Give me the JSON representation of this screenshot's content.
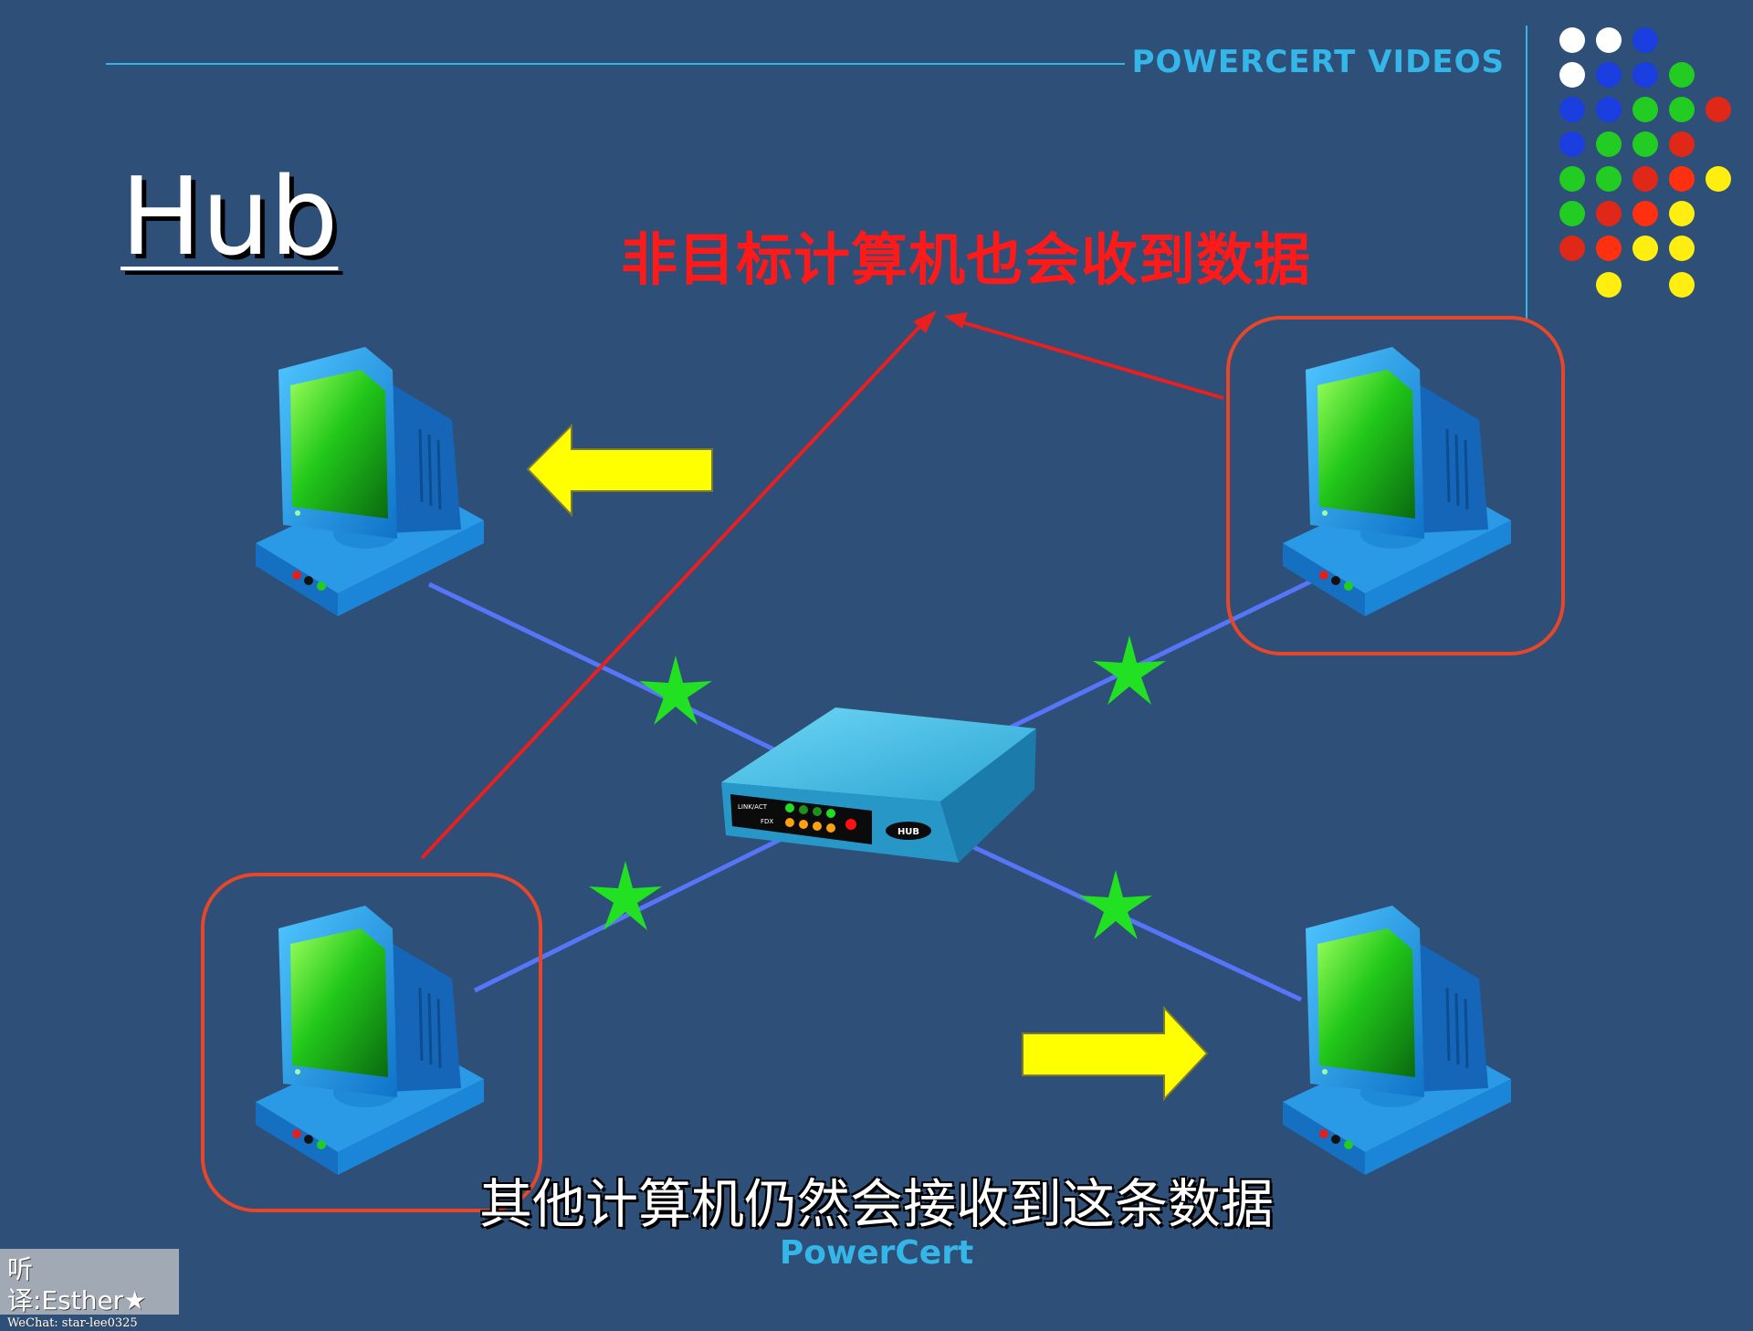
{
  "header": {
    "brand": "POWERCERT VIDEOS"
  },
  "slide": {
    "title": "Hub",
    "callout": "非目标计算机也会收到数据",
    "hub_label": "HUB",
    "hub_panel_label_1": "LINK/ACT",
    "hub_panel_label_2": "FDX"
  },
  "subtitle": "其他计算机仍然会接收到这条数据",
  "footer": {
    "brand": "PowerCert"
  },
  "watermark": {
    "line1": "听译:Esther★",
    "line2": "WeChat: star-lee0325"
  },
  "colors": {
    "background": "#2d4f78",
    "brand": "#34b6e8",
    "callout": "#ff1a1a",
    "highlight_box": "#e8462a",
    "arrow_yellow": "#ffff00",
    "star_green": "#22e022",
    "cable_blue": "#5a78ff"
  },
  "icons": {
    "computer": "computer-icon",
    "hub": "network-hub-icon",
    "arrow": "arrow-icon",
    "star": "star-burst-icon",
    "dots": "decorative-dots"
  }
}
